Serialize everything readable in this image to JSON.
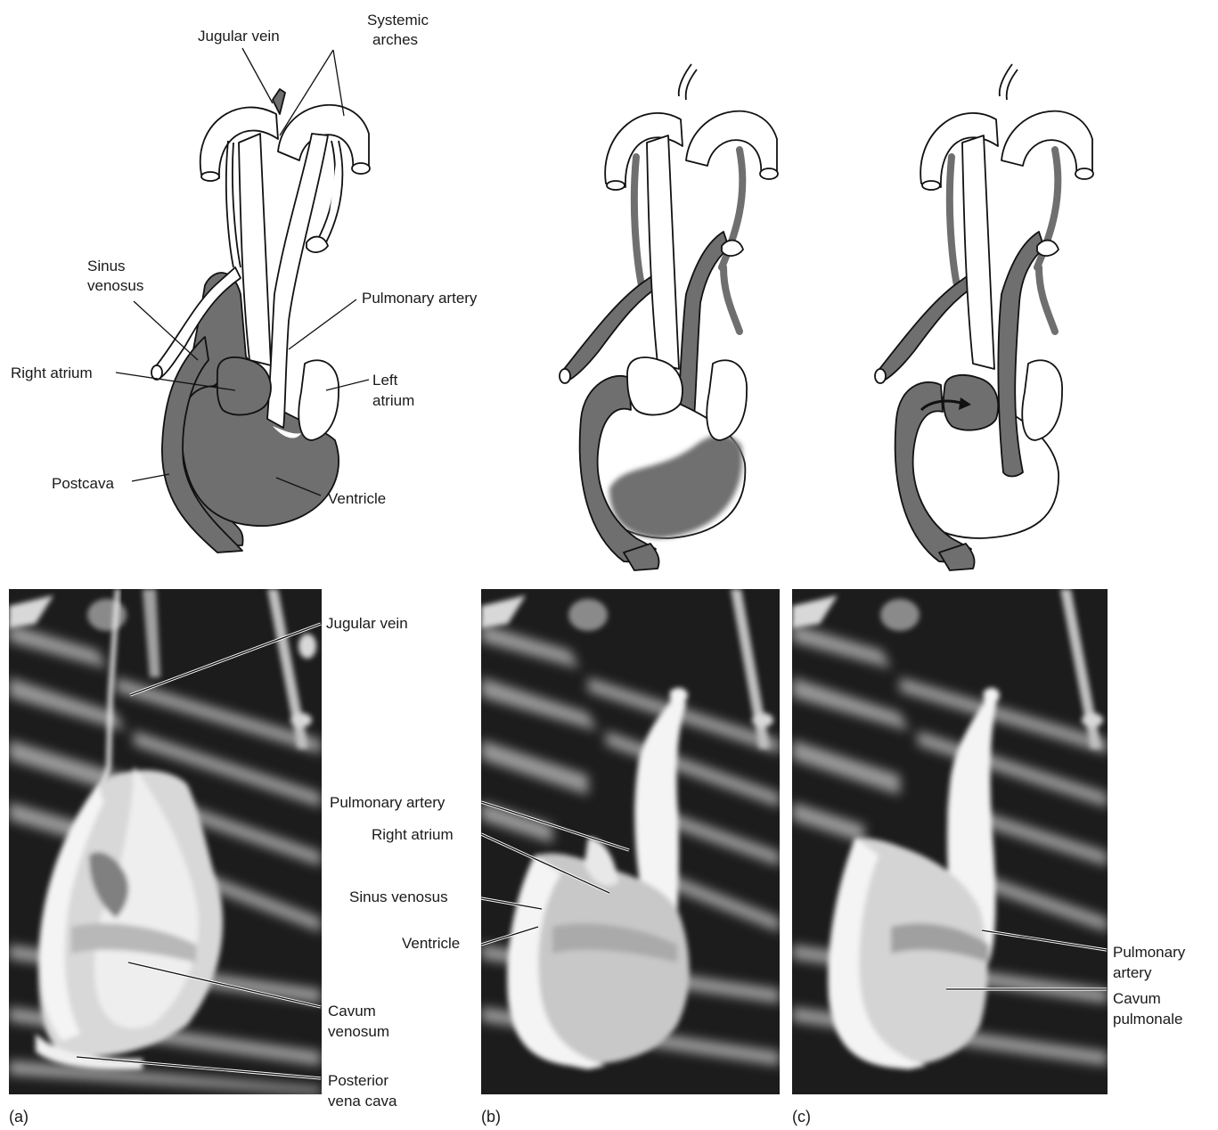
{
  "labels": {
    "jugular_vein": "Jugular vein",
    "systemic_arches_1": "Systemic",
    "systemic_arches_2": "arches",
    "sinus_venosus_1": "Sinus",
    "sinus_venosus_2": "venosus",
    "pulmonary_artery": "Pulmonary artery",
    "right_atrium": "Right atrium",
    "left_atrium_1": "Left",
    "left_atrium_2": "atrium",
    "postcava": "Postcava",
    "ventricle": "Ventricle",
    "xr_jugular_vein": "Jugular vein",
    "xr_cavum_venosum_1": "Cavum",
    "xr_cavum_venosum_2": "venosum",
    "xr_posterior_vc_1": "Posterior",
    "xr_posterior_vc_2": "vena cava",
    "xr_pulmonary_artery": "Pulmonary artery",
    "xr_right_atrium": "Right atrium",
    "xr_sinus_venosus": "Sinus venosus",
    "xr_ventricle": "Ventricle",
    "xr_c_pulmonary_1": "Pulmonary",
    "xr_c_pulmonary_2": "artery",
    "xr_cavum_pulmonale_1": "Cavum",
    "xr_cavum_pulmonale_2": "pulmonale"
  },
  "panels": {
    "a": "(a)",
    "b": "(b)",
    "c": "(c)"
  },
  "colors": {
    "blood_gray": "#6f6f6f",
    "outline": "#111111",
    "xray_dark": "#161616",
    "xray_bright": "#f4f4f4"
  }
}
